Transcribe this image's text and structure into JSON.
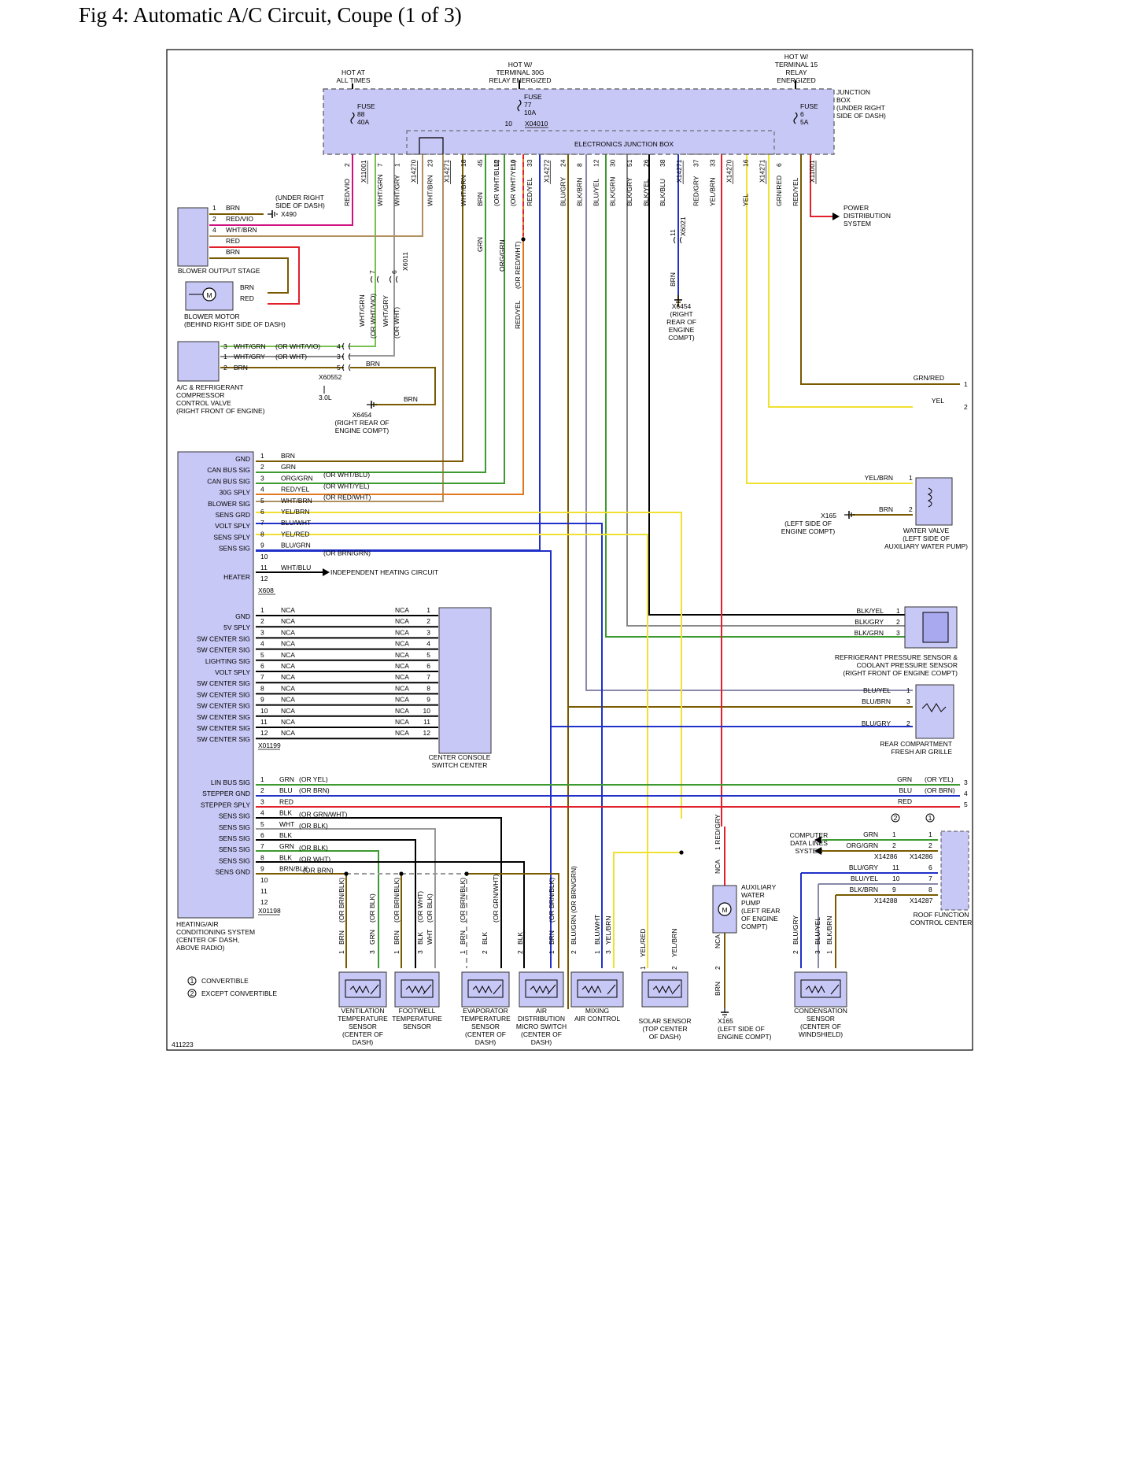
{
  "figure": {
    "title": "Fig 4: Automatic A/C Circuit, Coupe (1 of 3)",
    "figure_number": "411223"
  },
  "colors": {
    "box_fill": "#c8c8f6",
    "box_border": "#333333",
    "junction_fill": "#c8c8f6",
    "wire_brn": "#7a5a00",
    "wire_red": "#e0202a",
    "wire_magenta": "#d0107e",
    "wire_green": "#3c9a30",
    "wire_lgreen": "#7ac050",
    "wire_orange": "#e07820",
    "wire_yellow": "#f0e030",
    "wire_blue": "#2030c8",
    "wire_black": "#000000",
    "wire_grey": "#8a8a8a",
    "wire_tan": "#b09060"
  },
  "junction_box": {
    "top_labels": [
      {
        "id": "hot-all",
        "lines": [
          "HOT AT",
          "ALL TIMES"
        ]
      },
      {
        "id": "hot-30g",
        "lines": [
          "HOT W/",
          "TERMINAL 30G",
          "RELAY ENERGIZED"
        ]
      },
      {
        "id": "hot-15",
        "lines": [
          "HOT W/",
          "TERMINAL 15",
          "RELAY",
          "ENERGIZED"
        ]
      }
    ],
    "name_lines": [
      "JUNCTION",
      "BOX",
      "(UNDER RIGHT",
      "SIDE OF DASH)"
    ],
    "fuses": [
      {
        "lines": [
          "FUSE",
          "88",
          "40A"
        ]
      },
      {
        "lines": [
          "FUSE",
          "77",
          "10A"
        ]
      },
      {
        "lines": [
          "FUSE",
          "6",
          "5A"
        ]
      }
    ],
    "x04010": "X04010",
    "x04010_pin": "10",
    "ejb": "ELECTRONICS JUNCTION BOX"
  },
  "header_pins": [
    {
      "pin": "2",
      "wire": "RED/VIO",
      "conn": ""
    },
    {
      "pin": "",
      "wire": "",
      "conn": "X11001"
    },
    {
      "pin": "7",
      "wire": "WHT/GRN",
      "conn": ""
    },
    {
      "pin": "1",
      "wire": "WHT/GRY",
      "conn": ""
    },
    {
      "pin": "",
      "wire": "",
      "conn": "X14270"
    },
    {
      "pin": "23",
      "wire": "WHT/BRN",
      "conn": ""
    },
    {
      "pin": "",
      "wire": "",
      "conn": "X14271"
    },
    {
      "pin": "18",
      "wire": "WHT/BRN",
      "conn": ""
    },
    {
      "pin": "45",
      "wire": "BRN",
      "conn": ""
    },
    {
      "pin": "12",
      "wire": "(OR WHT/BLU)",
      "conn": ""
    },
    {
      "pin": "10",
      "wire": "(OR WHT/YEL)",
      "conn": ""
    },
    {
      "pin": "33",
      "wire": "RED/YEL",
      "conn": ""
    },
    {
      "pin": "",
      "wire": "",
      "conn": "X14272"
    },
    {
      "pin": "24",
      "wire": "BLU/GRY",
      "conn": ""
    },
    {
      "pin": "8",
      "wire": "BLK/BRN",
      "conn": ""
    },
    {
      "pin": "12",
      "wire": "BLU/YEL",
      "conn": ""
    },
    {
      "pin": "30",
      "wire": "BLK/GRN",
      "conn": ""
    },
    {
      "pin": "51",
      "wire": "BLK/GRY",
      "conn": ""
    },
    {
      "pin": "26",
      "wire": "BLK/YEL",
      "conn": ""
    },
    {
      "pin": "38",
      "wire": "BLK/BLU",
      "conn": ""
    },
    {
      "pin": "",
      "wire": "",
      "conn": "X14271"
    },
    {
      "pin": "37",
      "wire": "RED/GRY",
      "conn": ""
    },
    {
      "pin": "33",
      "wire": "YEL/BRN",
      "conn": ""
    },
    {
      "pin": "",
      "wire": "",
      "conn": "X14270"
    },
    {
      "pin": "16",
      "wire": "YEL",
      "conn": ""
    },
    {
      "pin": "",
      "wire": "",
      "conn": "X14271"
    },
    {
      "pin": "6",
      "wire": "GRN/RED",
      "conn": ""
    },
    {
      "pin": "",
      "wire": "RED/YEL",
      "conn": ""
    },
    {
      "pin": "",
      "wire": "",
      "conn": "X11001"
    }
  ],
  "vertical_labels": {
    "grn": "GRN",
    "org_grn": "ORG/GRN",
    "or_red_wht": "(OR RED/WHT)",
    "red_yel": "RED/YEL",
    "wht_grn": "WHT/GRN",
    "or_wht_vio": "(OR WHT/VIO)",
    "wht_gry": "WHT/GRY",
    "or_wht": "(OR WHT)",
    "pin7": "7",
    "pin6": "6",
    "x6011": "X6011",
    "brn": "BRN",
    "pin11": "11",
    "x6021": "X6021"
  },
  "ground_right_engine": {
    "lines": [
      "X6454",
      "(RIGHT",
      "REAR OF",
      "ENGINE",
      "COMPT)"
    ]
  },
  "power_distribution": {
    "lines": [
      "POWER",
      "DISTRIBUTION",
      "SYSTEM"
    ]
  },
  "blower_output": {
    "name": "BLOWER OUTPUT STAGE",
    "pins": [
      {
        "pin": "1",
        "wire": "BRN"
      },
      {
        "pin": "2",
        "wire": "RED/VIO"
      },
      {
        "pin": "4",
        "wire": "WHT/BRN"
      },
      {
        "pin": "",
        "wire": "RED"
      },
      {
        "pin": "",
        "wire": "BRN"
      }
    ],
    "ground_lines": [
      "(UNDER RIGHT",
      "SIDE OF DASH)"
    ],
    "ground_id": "X490"
  },
  "blower_motor": {
    "name_lines": [
      "BLOWER MOTOR",
      "(BEHIND RIGHT SIDE OF DASH)"
    ],
    "wires": [
      "BRN",
      "RED"
    ],
    "symbol": "M"
  },
  "compressor": {
    "name_lines": [
      "A/C & REFRIGERANT",
      "COMPRESSOR",
      "CONTROL VALVE",
      "(RIGHT FRONT OF ENGINE)"
    ],
    "pins": [
      {
        "pin": "3",
        "wire": "WHT/GRN",
        "alt": "(OR WHT/VIO)",
        "cpin": "4"
      },
      {
        "pin": "1",
        "wire": "WHT/GRY",
        "alt": "(OR WHT)",
        "cpin": "3"
      },
      {
        "pin": "2",
        "wire": "BRN",
        "alt": "",
        "cpin": "5"
      }
    ],
    "brn_label": "BRN",
    "conn": "X60552",
    "engine": "3.0L",
    "ground_wire": "BRN",
    "ground_lines": [
      "X6454",
      "(RIGHT REAR OF",
      "ENGINE COMPT)"
    ]
  },
  "x608": {
    "conn": "X608",
    "pins": [
      {
        "pin": "1",
        "func": "GND",
        "wire": "BRN",
        "alt": ""
      },
      {
        "pin": "2",
        "func": "CAN BUS SIG",
        "wire": "GRN",
        "alt": "(OR WHT/BLU)"
      },
      {
        "pin": "3",
        "func": "CAN BUS SIG",
        "wire": "ORG/GRN",
        "alt": "(OR WHT/YEL)"
      },
      {
        "pin": "4",
        "func": "30G SPLY",
        "wire": "RED/YEL",
        "alt": "(OR RED/WHT)"
      },
      {
        "pin": "5",
        "func": "BLOWER SIG",
        "wire": "WHT/BRN",
        "alt": ""
      },
      {
        "pin": "6",
        "func": "SENS GRD",
        "wire": "YEL/BRN",
        "alt": ""
      },
      {
        "pin": "7",
        "func": "VOLT SPLY",
        "wire": "BLU/WHT",
        "alt": ""
      },
      {
        "pin": "8",
        "func": "SENS SPLY",
        "wire": "YEL/RED",
        "alt": ""
      },
      {
        "pin": "9",
        "func": "SENS SIG",
        "wire": "BLU/GRN",
        "alt": "(OR BRN/GRN)"
      },
      {
        "pin": "10",
        "func": "",
        "wire": "",
        "alt": ""
      },
      {
        "pin": "11",
        "func": "HEATER",
        "wire": "WHT/BLU",
        "alt": ""
      },
      {
        "pin": "12",
        "func": "",
        "wire": "",
        "alt": ""
      }
    ],
    "heating_circuit": "INDEPENDENT HEATING CIRCUIT"
  },
  "x01199": {
    "conn": "X01199",
    "funcs": [
      "GND",
      "5V SPLY",
      "SW CENTER SIG",
      "SW CENTER SIG",
      "LIGHTING SIG",
      "VOLT SPLY",
      "SW CENTER SIG",
      "SW CENTER SIG",
      "SW CENTER SIG",
      "SW CENTER SIG",
      "SW CENTER SIG",
      "SW CENTER SIG"
    ],
    "nca": "NCA",
    "console_lines": [
      "CENTER CONSOLE",
      "SWITCH CENTER"
    ]
  },
  "x01198": {
    "conn": "X01198",
    "pins": [
      {
        "pin": "1",
        "func": "LIN BUS SIG",
        "wire": "GRN",
        "alt": "(OR YEL)"
      },
      {
        "pin": "2",
        "func": "STEPPER GND",
        "wire": "BLU",
        "alt": "(OR BRN)"
      },
      {
        "pin": "3",
        "func": "STEPPER SPLY",
        "wire": "RED",
        "alt": ""
      },
      {
        "pin": "4",
        "func": "SENS SIG",
        "wire": "BLK",
        "alt": "(OR GRN/WHT)"
      },
      {
        "pin": "5",
        "func": "SENS SIG",
        "wire": "WHT",
        "alt": "(OR BLK)"
      },
      {
        "pin": "6",
        "func": "SENS SIG",
        "wire": "BLK",
        "alt": ""
      },
      {
        "pin": "7",
        "func": "SENS SIG",
        "wire": "GRN",
        "alt": "(OR BLK)"
      },
      {
        "pin": "8",
        "func": "SENS SIG",
        "wire": "BLK",
        "alt": "(OR WHT)"
      },
      {
        "pin": "9",
        "func": "SENS GND",
        "wire": "BRN/BLK",
        "alt": "(OR BRN)"
      },
      {
        "pin": "10",
        "func": "",
        "wire": "",
        "alt": ""
      },
      {
        "pin": "11",
        "func": "",
        "wire": "",
        "alt": ""
      },
      {
        "pin": "12",
        "func": "",
        "wire": "",
        "alt": ""
      }
    ],
    "module_lines": [
      "HEATING/AIR",
      "CONDITIONING SYSTEM",
      "(CENTER OF DASH,",
      "ABOVE RADIO)"
    ]
  },
  "right_side": {
    "grn_red": "GRN/RED",
    "yel": "YEL",
    "term1": "1",
    "term2": "2",
    "water_valve": {
      "wires": [
        {
          "wire": "YEL/BRN",
          "pin": "1"
        },
        {
          "wire": "BRN",
          "pin": "2"
        }
      ],
      "name_lines": [
        "WATER VALVE",
        "(LEFT SIDE OF",
        "AUXILIARY WATER PUMP)"
      ],
      "ground_lines": [
        "X165",
        "(LEFT SIDE OF",
        "ENGINE COMPT)"
      ]
    },
    "pressure_sensor": {
      "wires": [
        {
          "wire": "BLK/YEL",
          "pin": "1"
        },
        {
          "wire": "BLK/GRY",
          "pin": "2"
        },
        {
          "wire": "BLK/GRN",
          "pin": "3"
        }
      ],
      "name_lines": [
        "REFRIGERANT PRESSURE SENSOR &",
        "COOLANT PRESSURE SENSOR",
        "(RIGHT FRONT OF ENGINE COMPT)"
      ]
    },
    "fresh_air": {
      "wires": [
        {
          "wire": "BLU/YEL",
          "pin": "1"
        },
        {
          "wire": "BLU/BRN",
          "pin": "3"
        },
        {
          "wire": "BLU/GRY",
          "pin": "2"
        }
      ],
      "name_lines": [
        "REAR COMPARTMENT",
        "FRESH AIR GRILLE"
      ]
    },
    "lin_labels": [
      {
        "wire": "GRN",
        "alt": "(OR YEL)",
        "term": "3"
      },
      {
        "wire": "BLU",
        "alt": "(OR BRN)",
        "term": "4"
      },
      {
        "wire": "RED",
        "alt": "",
        "term": "5"
      }
    ]
  },
  "roof": {
    "computer_lines": [
      "COMPUTER",
      "DATA LINES",
      "SYSTEM"
    ],
    "wires": [
      {
        "wire": "GRN",
        "pinA": "1",
        "pinB": "1"
      },
      {
        "wire": "ORG/GRN",
        "pinA": "2",
        "pinB": "2"
      },
      {
        "wire": "BLU/GRY",
        "pinA": "11",
        "pinB": "6"
      },
      {
        "wire": "BLU/YEL",
        "pinA": "10",
        "pinB": "7"
      },
      {
        "wire": "BLK/BRN",
        "pinA": "9",
        "pinB": "8"
      }
    ],
    "conns": [
      "X14286",
      "X14286",
      "X14288",
      "X14287"
    ],
    "circle2": "2",
    "circle1": "1",
    "name_lines": [
      "ROOF FUNCTION",
      "CONTROL CENTER"
    ]
  },
  "aux_pump": {
    "name_lines": [
      "AUXILIARY",
      "WATER",
      "PUMP",
      "(LEFT REAR",
      "OF ENGINE",
      "COMPT)"
    ],
    "nca": "NCA",
    "red_gry": "RED/GRY",
    "pin1": "1",
    "pin2": "2",
    "brn": "BRN",
    "ground_lines": [
      "X165",
      "(LEFT SIDE OF",
      "ENGINE COMPT)"
    ]
  },
  "bottom_sensors": [
    {
      "id": "vent",
      "lines": [
        "VENTILATION",
        "TEMPERATURE",
        "SENSOR",
        "(CENTER OF",
        "DASH)"
      ],
      "wires": [
        "BRN",
        "(OR BRN/BLK)",
        "GRN",
        "(OR BLK)"
      ],
      "pins": [
        "1",
        "3"
      ]
    },
    {
      "id": "foot",
      "lines": [
        "FOOTWELL",
        "TEMPERATURE",
        "SENSOR"
      ],
      "wires": [
        "BRN",
        "(OR BRN/BLK)",
        "BLK",
        "(OR WHT)",
        "WHT",
        "(OR BLK)"
      ],
      "pins": [
        "1",
        "3"
      ]
    },
    {
      "id": "evap",
      "lines": [
        "EVAPORATOR",
        "TEMPERATURE",
        "SENSOR",
        "(CENTER OF",
        "DASH)"
      ],
      "wires": [
        "BRN",
        "(OR BRN/BLK)",
        "BLK",
        "(OR GRN/WHT)"
      ],
      "pins": [
        "1",
        "2"
      ]
    },
    {
      "id": "airdist",
      "lines": [
        "AIR",
        "DISTRIBUTION",
        "MICRO SWITCH",
        "(CENTER OF",
        "DASH)"
      ],
      "wires": [
        "BLK",
        "BRN",
        "(OR BRN/BLK)"
      ],
      "pins": [
        "2",
        "1"
      ]
    },
    {
      "id": "mixing",
      "lines": [
        "MIXING",
        "AIR CONTROL"
      ],
      "wires": [
        "BLU/GRN",
        "(OR BRN/GRN)",
        "BLU/WHT",
        "YEL/BRN"
      ],
      "pins": [
        "2",
        "1",
        "3"
      ]
    },
    {
      "id": "solar",
      "lines": [
        "SOLAR SENSOR",
        "(TOP CENTER",
        "OF DASH)"
      ],
      "wires": [
        "YEL/RED",
        "YEL/BRN"
      ],
      "pins": [
        "1",
        "2"
      ]
    },
    {
      "id": "condens",
      "lines": [
        "CONDENSATION",
        "SENSOR",
        "(CENTER OF",
        "WINDSHIELD)"
      ],
      "wires": [
        "BLU/GRY",
        "BLU/YEL",
        "BLK/BRN"
      ],
      "pins": [
        "2",
        "3",
        "1"
      ]
    }
  ],
  "legend": [
    {
      "sym": "1",
      "text": "CONVERTIBLE"
    },
    {
      "sym": "2",
      "text": "EXCEPT CONVERTIBLE"
    }
  ]
}
